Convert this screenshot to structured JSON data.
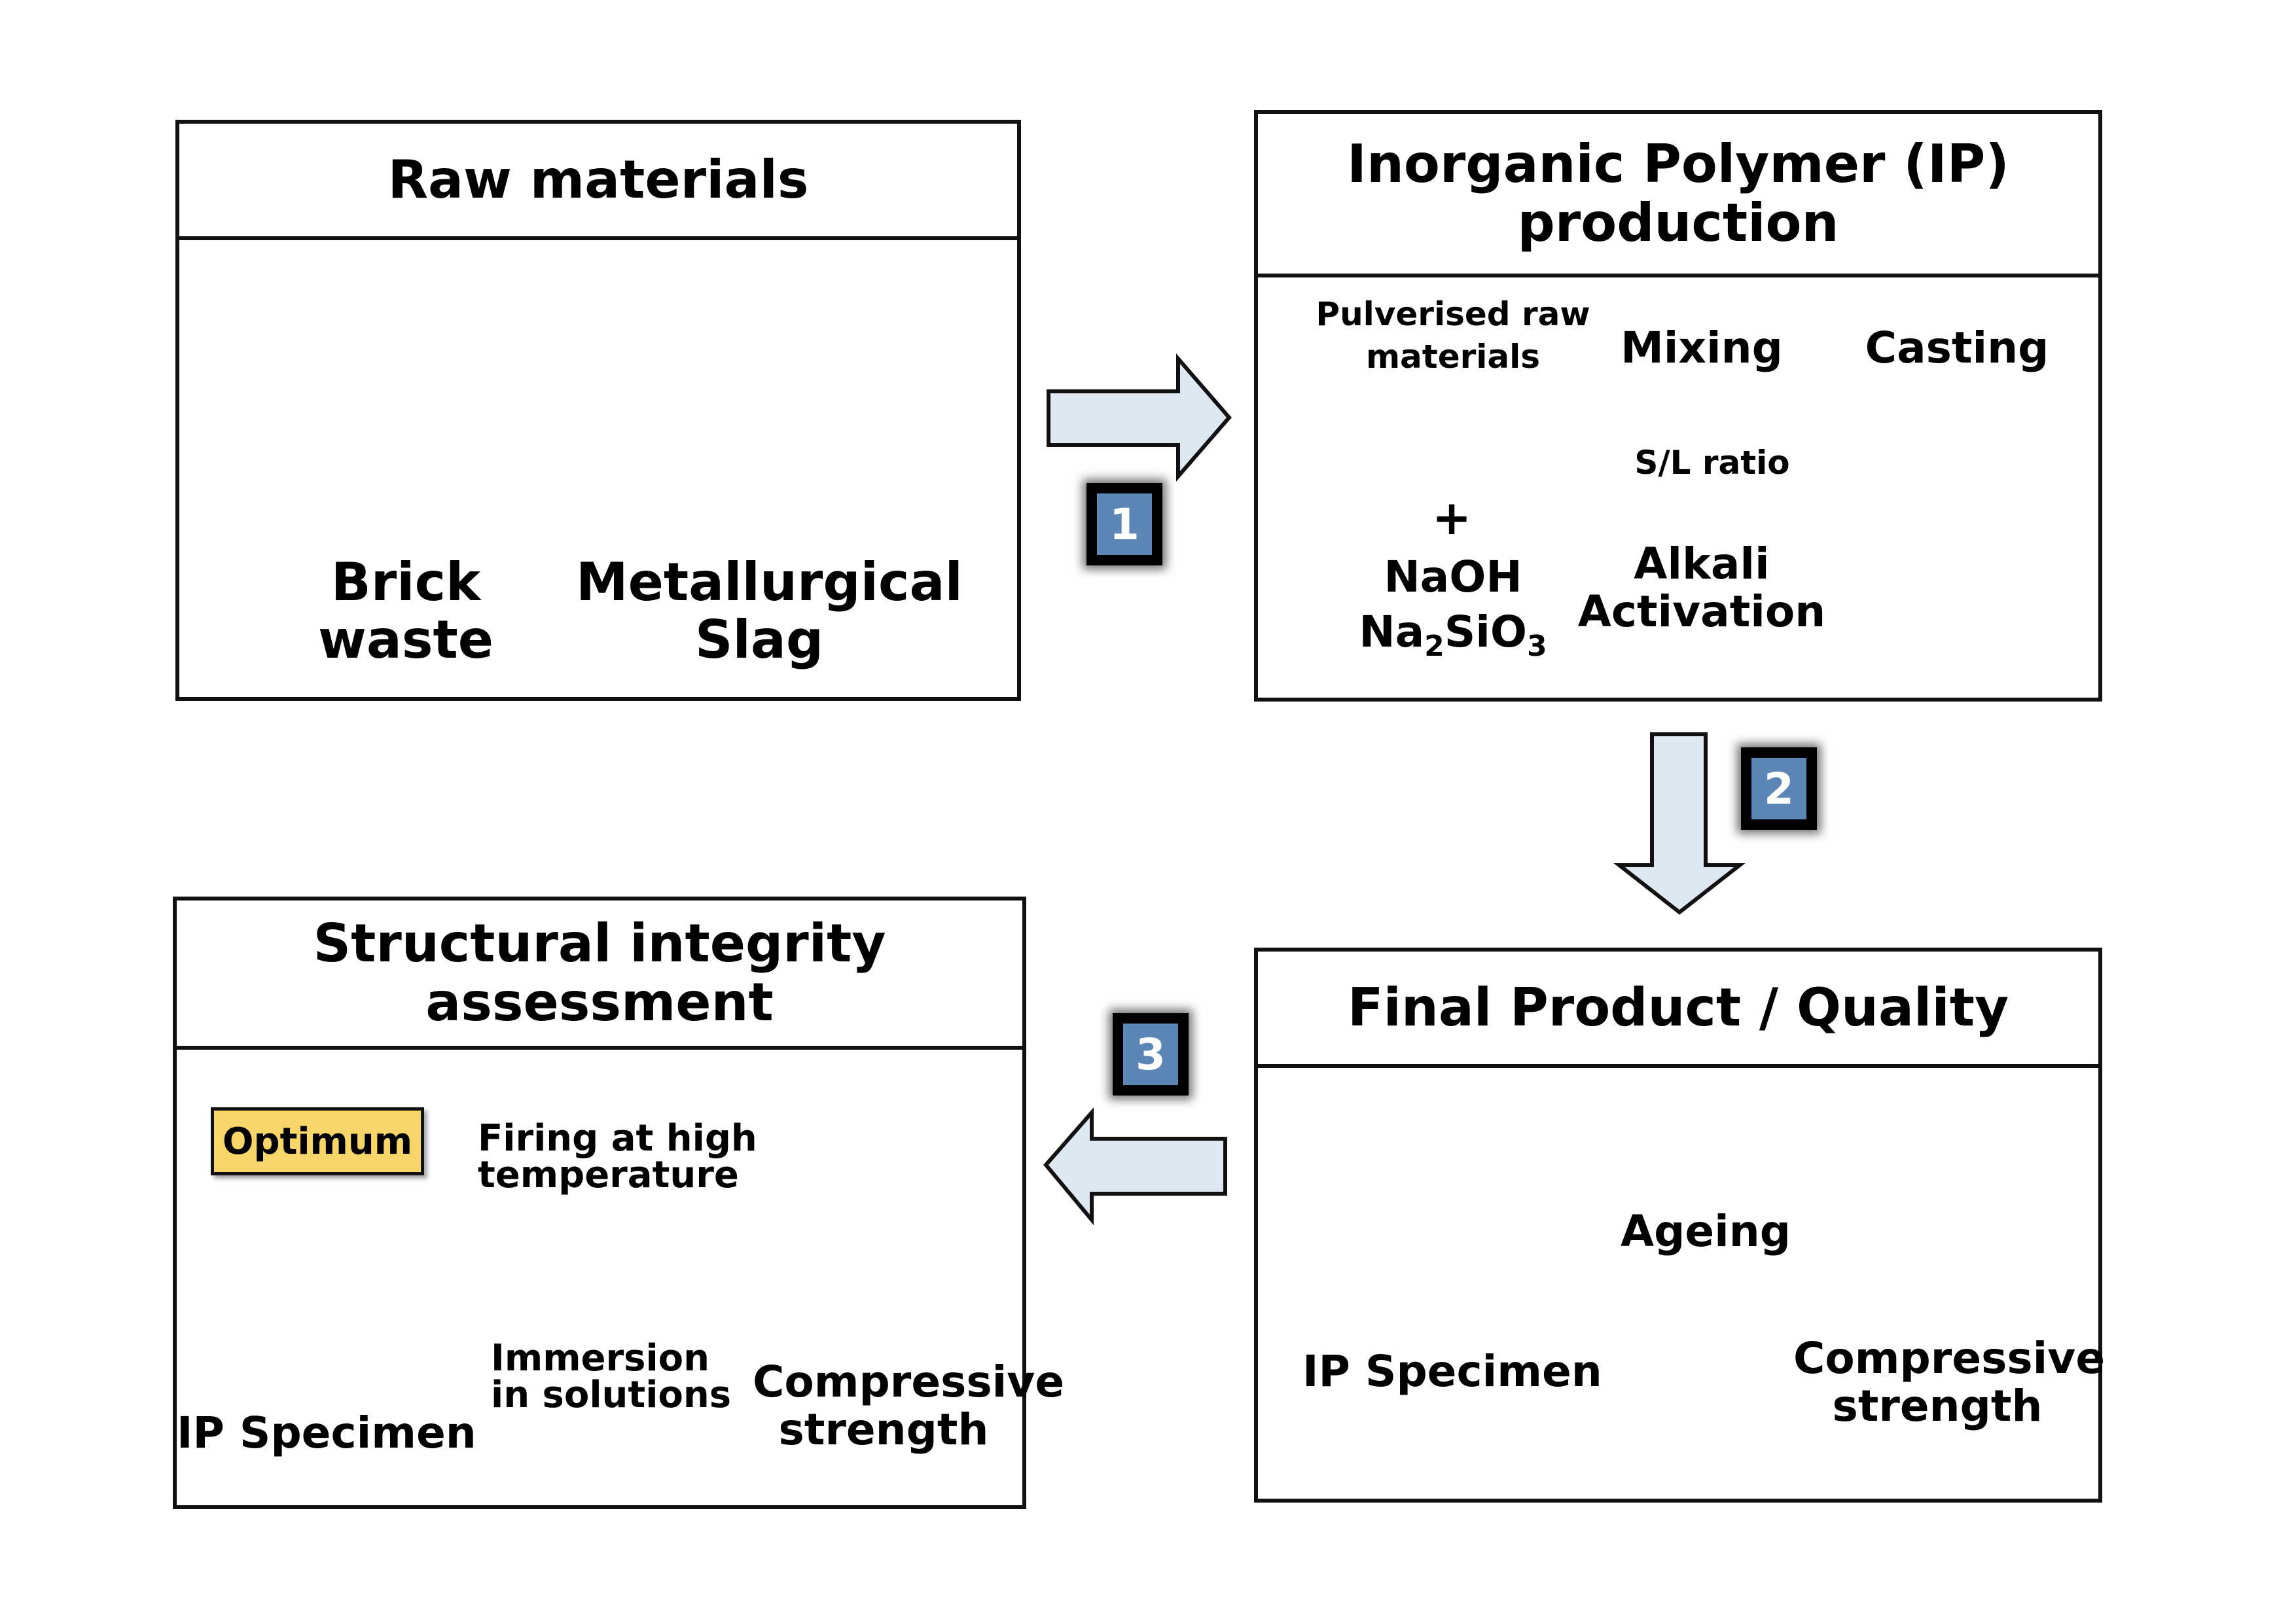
{
  "panels": {
    "raw": {
      "title": "Raw materials",
      "brick_label": [
        "Brick",
        "waste"
      ],
      "slag_label": [
        "Metallurgical",
        "Slag"
      ]
    },
    "production": {
      "title": [
        "Inorganic Polymer (IP)",
        "production"
      ],
      "pulverised": [
        "Pulverised raw",
        "materials"
      ],
      "plus": "+",
      "naoh": "NaOH",
      "silicate": {
        "base": "Na",
        "sub1": "2",
        "mid": "SiO",
        "sub2": "3"
      },
      "mixing": "Mixing",
      "sl_ratio": "S/L ratio",
      "alkali": [
        "Alkali",
        "Activation"
      ],
      "casting": "Casting"
    },
    "final": {
      "title": "Final Product / Quality",
      "ip_specimen": "IP Specimen",
      "ageing": "Ageing",
      "compressive": [
        "Compressive",
        "strength"
      ]
    },
    "structural": {
      "title": [
        "Structural integrity",
        "assessment"
      ],
      "optimum": "Optimum",
      "firing": [
        "Firing at high",
        "temperature"
      ],
      "immersion": [
        "Immersion",
        "in solutions"
      ],
      "ip_specimen": "IP Specimen",
      "compressive": [
        "Compressive",
        "strength"
      ]
    }
  },
  "steps": [
    "1",
    "2",
    "3"
  ],
  "colors": {
    "flow_arrow": "#dde8f3",
    "process_arrow": "#d7ecc0",
    "badge": "#5b86b5",
    "optimum": "#f8d568",
    "cube": "#7b3a14"
  }
}
